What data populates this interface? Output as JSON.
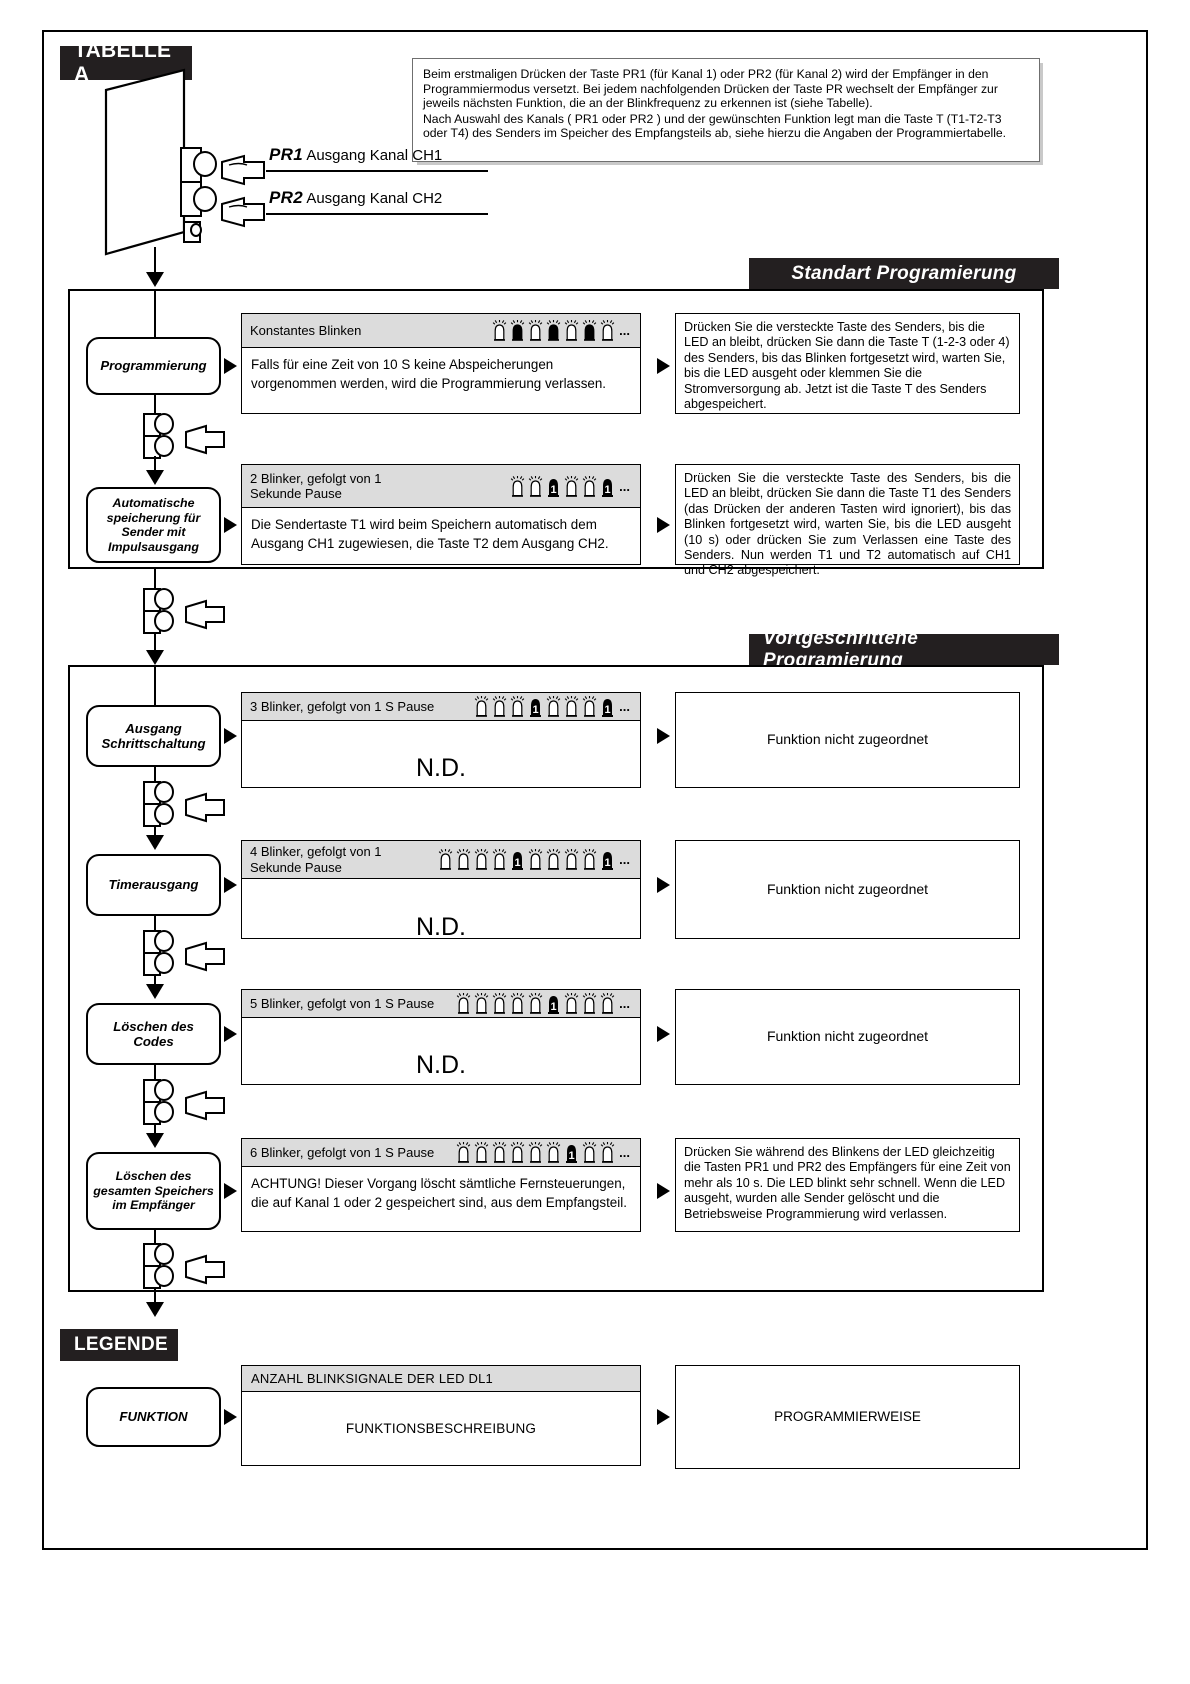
{
  "sections": {
    "table_a_label": "TABELLE A",
    "legend_label": "LEGENDE",
    "standard_label": "Standart Programierung",
    "advanced_label": "Vortgeschrittene Programierung"
  },
  "intro": {
    "p1": "Beim erstmaligen Drücken der Taste PR1 (für Kanal 1) oder PR2 (für Kanal 2) wird der Empfänger in den Programmiermodus versetzt. Bei jedem nachfolgenden Drücken der Taste PR wechselt der Empfänger zur jeweils nächsten Funktion, die an der Blinkfrequenz zu erkennen ist (siehe Tabelle).",
    "p2": "Nach Auswahl des Kanals ( PR1 oder PR2 ) und der gewünschten Funktion legt man die Taste T (T1-T2-T3 oder T4) des Senders im Speicher des Empfangsteils ab, siehe hierzu die Angaben der Programmiertabelle."
  },
  "receiver": {
    "pr1_name": "PR1",
    "pr1_desc": "Ausgang Kanal CH1",
    "pr2_name": "PR2",
    "pr2_desc": "Ausgang Kanal CH2"
  },
  "rows": [
    {
      "function": "Programmierung",
      "blink_title": "Konstantes Blinken",
      "pattern": [
        "off",
        "on",
        "off",
        "on",
        "off",
        "on",
        "off"
      ],
      "ellipsis": "...",
      "description": "Falls für eine Zeit von 10 S keine Abspeicherungen vorgenommen werden, wird die Programmierung verlassen.",
      "instruction": "Drücken Sie die versteckte Taste des Senders, bis die LED an bleibt, drücken Sie dann die Taste T (1-2-3 oder 4) des Senders, bis das Blinken fortgesetzt wird, warten Sie, bis die LED ausgeht oder klemmen Sie die Stromversorgung ab. Jetzt ist die Taste T des Senders abgespeichert."
    },
    {
      "function": "Automatische speicherung für Sender mit Impulsausgang",
      "blink_title": "2 Blinker, gefolgt von 1\nSekunde Pause",
      "pattern": [
        "off",
        "off",
        "pause",
        "off",
        "off",
        "pause"
      ],
      "ellipsis": "...",
      "description": "Die Sendertaste T1 wird beim Speichern automatisch dem Ausgang CH1 zugewiesen, die Taste T2 dem Ausgang CH2.",
      "instruction": "Drücken Sie die versteckte Taste des Senders, bis die LED an bleibt, drücken Sie dann die Taste T1 des Senders (das Drücken der anderen Tasten wird ignoriert), bis das Blinken fortgesetzt wird, warten Sie, bis die LED ausgeht (10 s) oder drücken Sie zum Verlassen eine Taste des Senders. Nun werden T1 und T2 automatisch auf CH1 und CH2 abgespeichert."
    },
    {
      "function": "Ausgang Schrittschaltung",
      "blink_title": "3 Blinker, gefolgt von 1 S Pause",
      "pattern": [
        "off",
        "off",
        "off",
        "pause",
        "off",
        "off",
        "off",
        "pause"
      ],
      "ellipsis": "...",
      "description": "N.D.",
      "instruction": "Funktion nicht zugeordnet"
    },
    {
      "function": "Timerausgang",
      "blink_title": "4 Blinker, gefolgt von 1\nSekunde Pause",
      "pattern": [
        "off",
        "off",
        "off",
        "off",
        "pause",
        "off",
        "off",
        "off",
        "off",
        "pause"
      ],
      "ellipsis": "...",
      "description": "N.D.",
      "instruction": "Funktion nicht zugeordnet"
    },
    {
      "function": "Löschen des Codes",
      "blink_title": "5 Blinker, gefolgt von 1 S Pause",
      "pattern": [
        "off",
        "off",
        "off",
        "off",
        "off",
        "pause",
        "off",
        "off",
        "off"
      ],
      "ellipsis": "...",
      "description": "N.D.",
      "instruction": "Funktion nicht zugeordnet"
    },
    {
      "function": "Löschen des gesamten Speichers im Empfänger",
      "blink_title": "6 Blinker, gefolgt von 1 S Pause",
      "pattern": [
        "off",
        "off",
        "off",
        "off",
        "off",
        "off",
        "pause",
        "off",
        "off"
      ],
      "ellipsis": "...",
      "description": "ACHTUNG! Dieser Vorgang löscht sämtliche Fernsteuerungen, die auf Kanal 1 oder 2 gespeichert sind, aus dem Empfangsteil.",
      "instruction": "Drücken Sie während des Blinkens der LED gleichzeitig die Tasten PR1 und PR2 des Empfängers für eine Zeit von mehr als 10 s. Die LED blinkt sehr schnell. Wenn die LED ausgeht, wurden alle Sender gelöscht und die Betriebsweise Programmierung wird verlassen."
    }
  ],
  "legend": {
    "function": "FUNKTION",
    "blink_header": "ANZAHL BLINKSIGNALE DER LED DL1",
    "description": "FUNKTIONSBESCHREIBUNG",
    "instruction": "PROGRAMMIERWEISE"
  },
  "colors": {
    "tab_bg": "#231f20",
    "head_bg": "#dcdcdc",
    "line": "#000000"
  }
}
